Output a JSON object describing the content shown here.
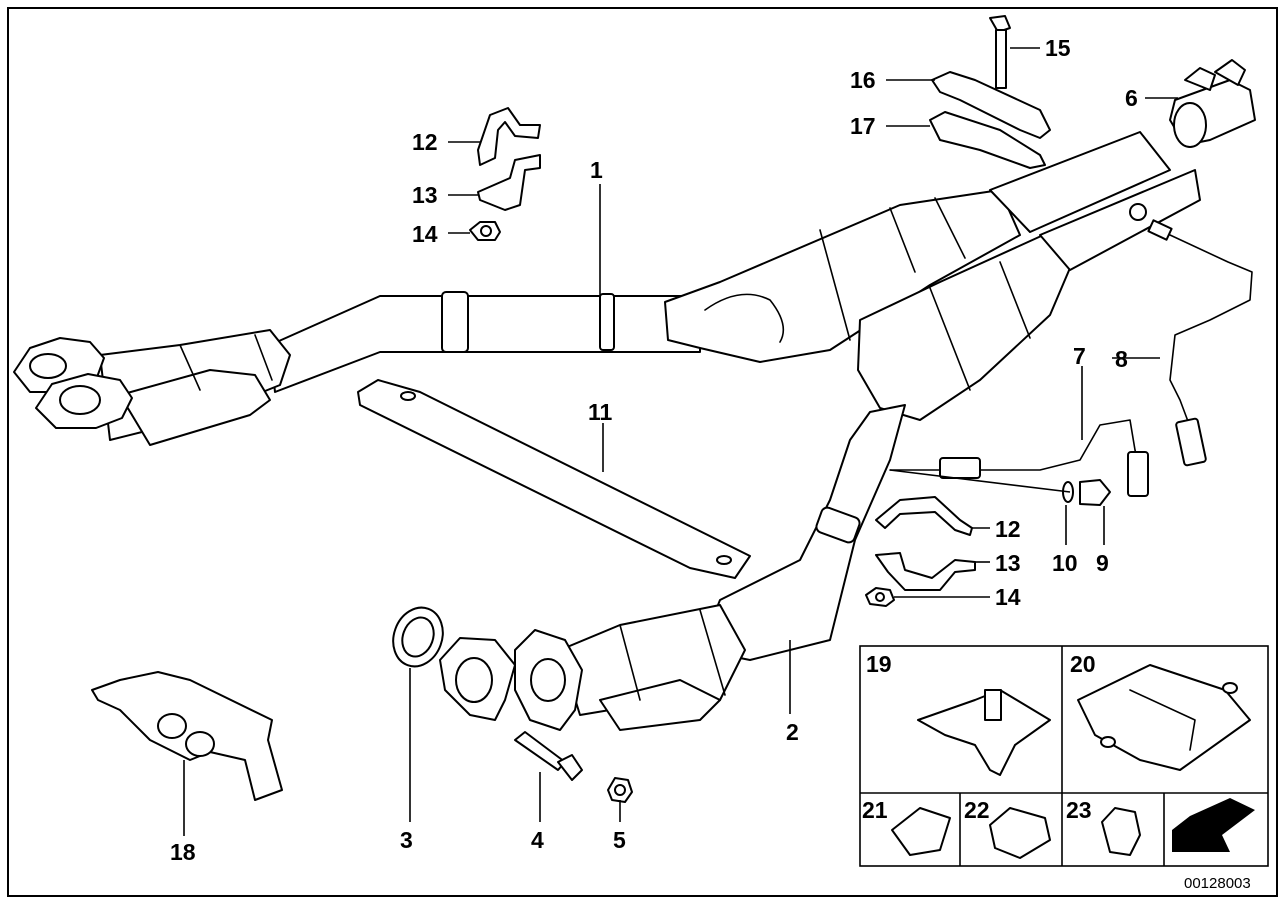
{
  "diagram": {
    "document_id": "00128003",
    "part_numbers": [
      "1",
      "2",
      "3",
      "4",
      "5",
      "6",
      "7",
      "8",
      "9",
      "10",
      "11",
      "12",
      "13",
      "14",
      "15",
      "16",
      "17",
      "18"
    ],
    "inset_numbers": [
      "19",
      "20",
      "21",
      "22",
      "23"
    ]
  }
}
